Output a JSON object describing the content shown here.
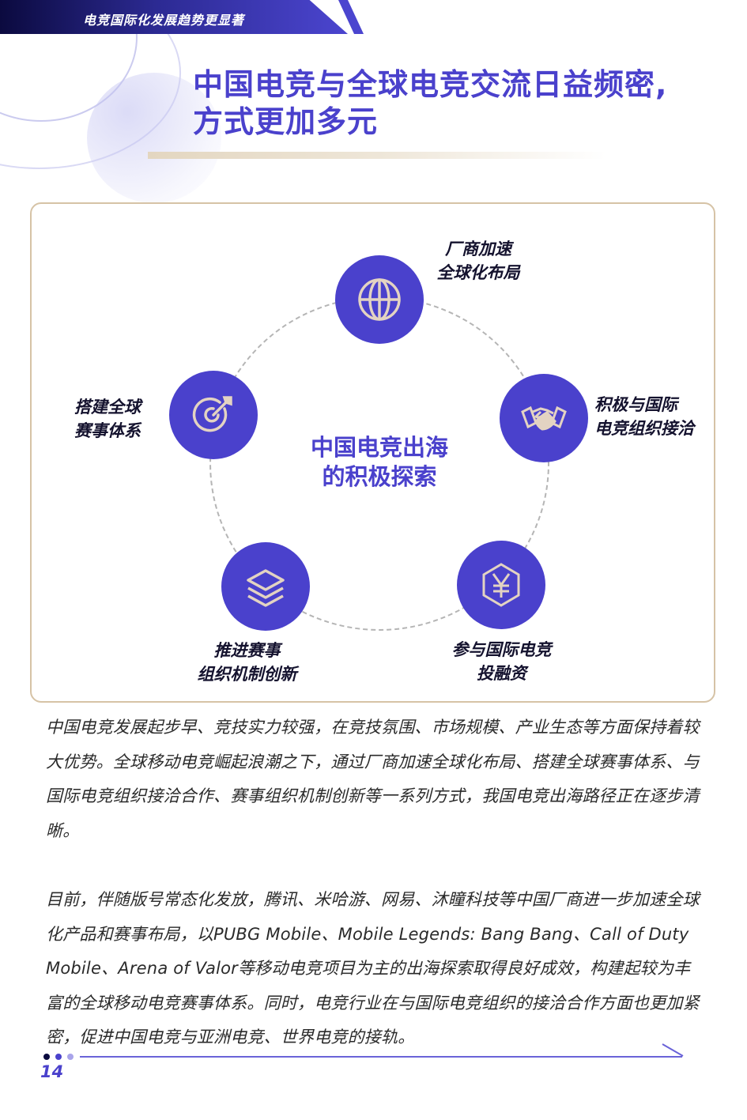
{
  "header": {
    "section_title": "电竞国际化发展趋势更显著"
  },
  "title": {
    "line1": "中国电竞与全球电竞交流日益频密,",
    "line2": "方式更加多元"
  },
  "diagram": {
    "center": {
      "line1": "中国电竞出海",
      "line2": "的积极探索"
    },
    "nodes": [
      {
        "icon": "globe-icon",
        "line1": "厂商加速",
        "line2": "全球化布局"
      },
      {
        "icon": "handshake-icon",
        "line1": "积极与国际",
        "line2": "电竞组织接洽"
      },
      {
        "icon": "yen-hexagon-icon",
        "line1": "参与国际电竞",
        "line2": "投融资"
      },
      {
        "icon": "layers-icon",
        "line1": "推进赛事",
        "line2": "组织机制创新"
      },
      {
        "icon": "target-icon",
        "line1": "搭建全球",
        "line2": "赛事体系"
      }
    ],
    "colors": {
      "node_fill": "#4a41cc",
      "icon_stroke": "#e3d3c2",
      "card_border": "#d6c3a6"
    }
  },
  "paragraphs": [
    "中国电竞发展起步早、竞技实力较强，在竞技氛围、市场规模、产业生态等方面保持着较大优势。全球移动电竞崛起浪潮之下，通过厂商加速全球化布局、搭建全球赛事体系、与国际电竞组织接洽合作、赛事组织机制创新等一系列方式，我国电竞出海路径正在逐步清晰。",
    "目前，伴随版号常态化发放，腾讯、米哈游、网易、沐瞳科技等中国厂商进一步加速全球化产品和赛事布局，以PUBG Mobile、Mobile Legends: Bang Bang、Call of Duty Mobile、Arena of Valor等移动电竞项目为主的出海探索取得良好成效，构建起较为丰富的全球移动电竞赛事体系。同时，电竞行业在与国际电竞组织的接洽合作方面也更加紧密，促进中国电竞与亚洲电竞、世界电竞的接轨。"
  ],
  "footer": {
    "page_number": "14",
    "dot_colors": [
      "#0b0a3f",
      "#4a41cc",
      "#a9a4ea"
    ]
  }
}
